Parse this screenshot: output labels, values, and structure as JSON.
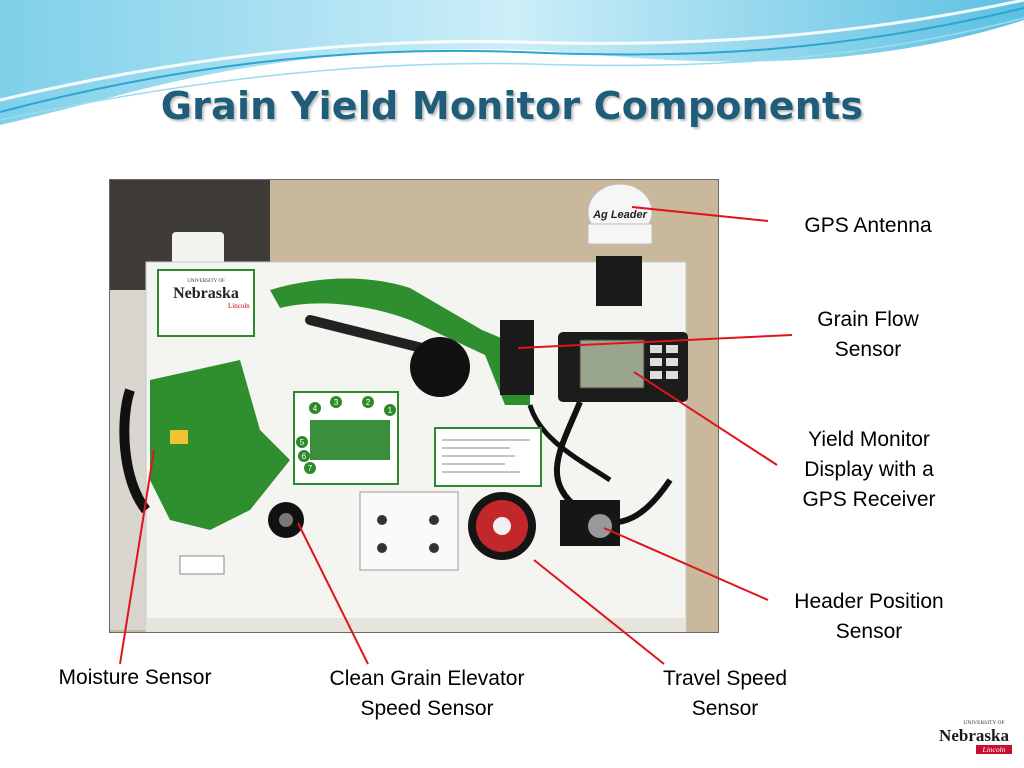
{
  "slide": {
    "title": "Grain Yield Monitor Components"
  },
  "photo": {
    "board_logo_main": "Nebraska",
    "board_logo_top": "UNIVERSITY OF",
    "board_logo_sub": "Lincoln",
    "antenna_brand": "Ag Leader",
    "numbers": [
      "1",
      "2",
      "3",
      "4",
      "5",
      "6",
      "7"
    ]
  },
  "labels": {
    "gps_antenna": "GPS Antenna",
    "grain_flow_1": "Grain Flow",
    "grain_flow_2": "Sensor",
    "yield_display_1": "Yield Monitor",
    "yield_display_2": "Display with a",
    "yield_display_3": "GPS Receiver",
    "header_pos_1": "Header Position",
    "header_pos_2": "Sensor",
    "moisture": "Moisture Sensor",
    "clean_grain_1": "Clean Grain Elevator",
    "clean_grain_2": "Speed Sensor",
    "travel_speed_1": "Travel Speed",
    "travel_speed_2": "Sensor"
  },
  "logo": {
    "top": "UNIVERSITY OF",
    "main": "Nebraska",
    "sub": "Lincoln"
  },
  "colors": {
    "title": "#1f5d7a",
    "leader_lines": "#e0141c",
    "wave_light": "#bfe6f2",
    "wave_dark": "#2aa7d0",
    "panel_green": "#2c8a2c"
  }
}
